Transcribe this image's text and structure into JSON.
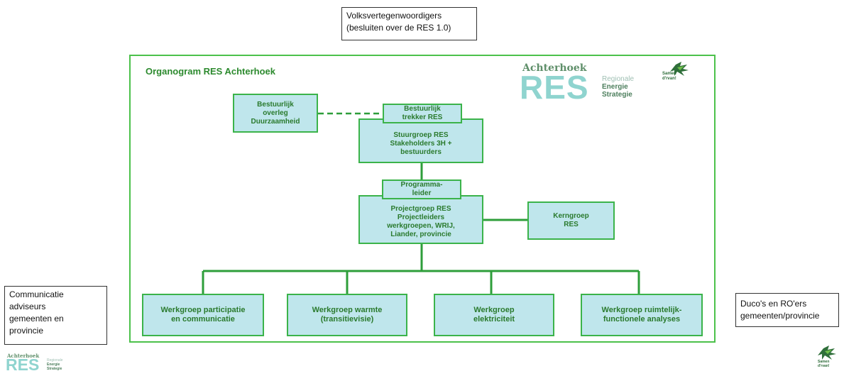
{
  "notes": {
    "top": [
      "Volksvertegenwoordigers",
      "(besluiten over de RES 1.0)"
    ],
    "left": [
      "Communicatie",
      "adviseurs",
      "gemeenten en",
      "provincie"
    ],
    "right": [
      "Duco's en RO'ers",
      "gemeenten/provincie"
    ]
  },
  "diagram": {
    "title": "Organogram RES Achterhoek",
    "logo": {
      "region": "Achterhoek",
      "res": "RES",
      "sub1": "Regionale",
      "sub2": "Energie",
      "sub3": "Strategie",
      "samen": [
        "Samen",
        "d'rvan!"
      ]
    },
    "boxes": {
      "bestuurlijk_overleg": [
        "Bestuurlijk",
        "overleg",
        "Duurzaamheid"
      ],
      "bestuurlijk_trekker": [
        "Bestuurlijk",
        "trekker RES"
      ],
      "stuurgroep": [
        "Stuurgroep RES",
        "Stakeholders 3H +",
        "bestuurders"
      ],
      "programmaleider": [
        "Programma-",
        "leider"
      ],
      "projectgroep": [
        "Projectgroep RES",
        "Projectleiders",
        "werkgroepen, WRIJ,",
        "Liander, provincie"
      ],
      "kerngroep": [
        "Kerngroep",
        "RES"
      ],
      "werkgroepen": [
        [
          "Werkgroep participatie",
          "en communicatie"
        ],
        [
          "Werkgroep warmte",
          "(transitievisie)"
        ],
        [
          "Werkgroep",
          "elektriciteit"
        ],
        [
          "Werkgroep ruimtelijk-",
          "functionele analyses"
        ]
      ]
    }
  },
  "colors": {
    "frame": "#4cc14b",
    "box_fill": "#bfe6ec",
    "box_text": "#2a7a2d",
    "line": "#2e9e3a"
  }
}
